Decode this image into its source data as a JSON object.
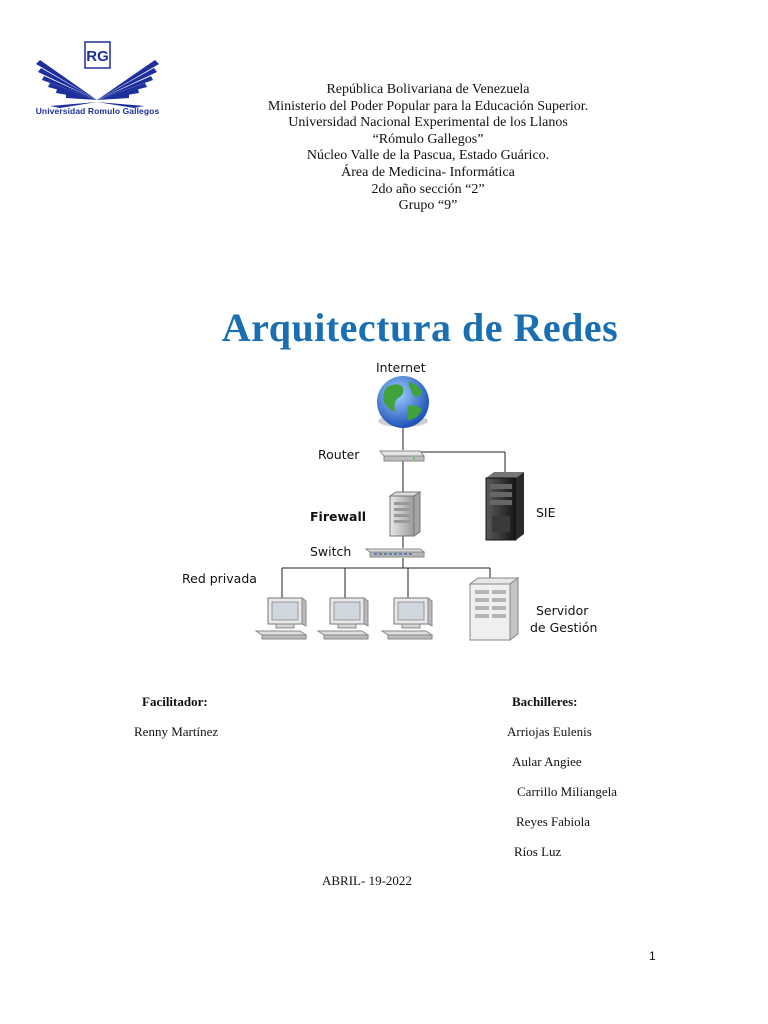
{
  "logo": {
    "icon": "university-logo-icon",
    "monogram": "RG",
    "text": "Universidad Romulo Gallegos",
    "color": "#1d2f9c"
  },
  "header": {
    "lines": [
      "República  Bolivariana de Venezuela",
      "Ministerio del Poder Popular para la Educación Superior.",
      "Universidad Nacional Experimental de los Llanos",
      "“Rómulo Gallegos”",
      "Núcleo Valle de la Pascua, Estado Guárico.",
      "Área de Medicina- Informática",
      "2do año sección “2”",
      "Grupo “9”"
    ]
  },
  "title": {
    "text": "Arquitectura de Redes",
    "color": "#1a6fb2"
  },
  "diagram": {
    "labels": {
      "internet": "Internet",
      "router": "Router",
      "firewall": "Firewall",
      "switch": "Switch",
      "red_privada": "Red privada",
      "sie": "SIE",
      "servidor_line1": "Servidor",
      "servidor_line2": "de Gestión"
    },
    "colors": {
      "firewall": "#2a8a86",
      "sie": "#d11a1a",
      "globe_ocean": "#2f6fd6",
      "globe_land": "#3fa23a"
    },
    "icons": [
      "globe-icon",
      "router-icon",
      "firewall-tower-icon",
      "switch-icon",
      "server-sie-icon",
      "pc-icon",
      "management-server-icon"
    ]
  },
  "footer": {
    "facilitador_label": "Facilitador:",
    "facilitador_name": "Renny  Martínez",
    "bachilleres_label": "Bachilleres:",
    "bachilleres": [
      "Arriojas Eulenis",
      "Aular Angiee",
      "Carrillo Miliangela",
      "Reyes Fabiola",
      "Ríos Luz"
    ],
    "date": "ABRIL- 19-2022"
  },
  "page_number": "1"
}
